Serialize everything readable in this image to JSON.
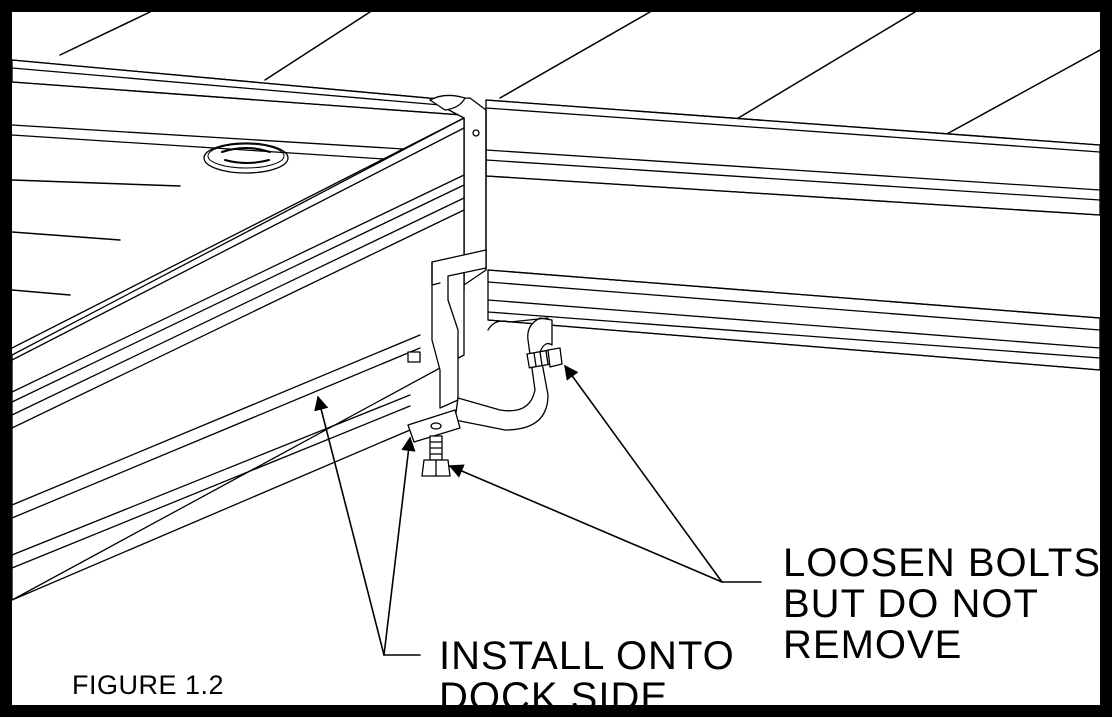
{
  "callouts": {
    "loosen": {
      "line1": "LOOSEN BOLTS,",
      "line2": "BUT DO NOT",
      "line3": "REMOVE"
    },
    "install": {
      "line1": "INSTALL ONTO",
      "line2": "DOCK SIDE"
    }
  },
  "figure_label": "FIGURE 1.2",
  "colors": {
    "ink": "#000000",
    "paper": "#ffffff",
    "shade": "#dcdcdc"
  }
}
